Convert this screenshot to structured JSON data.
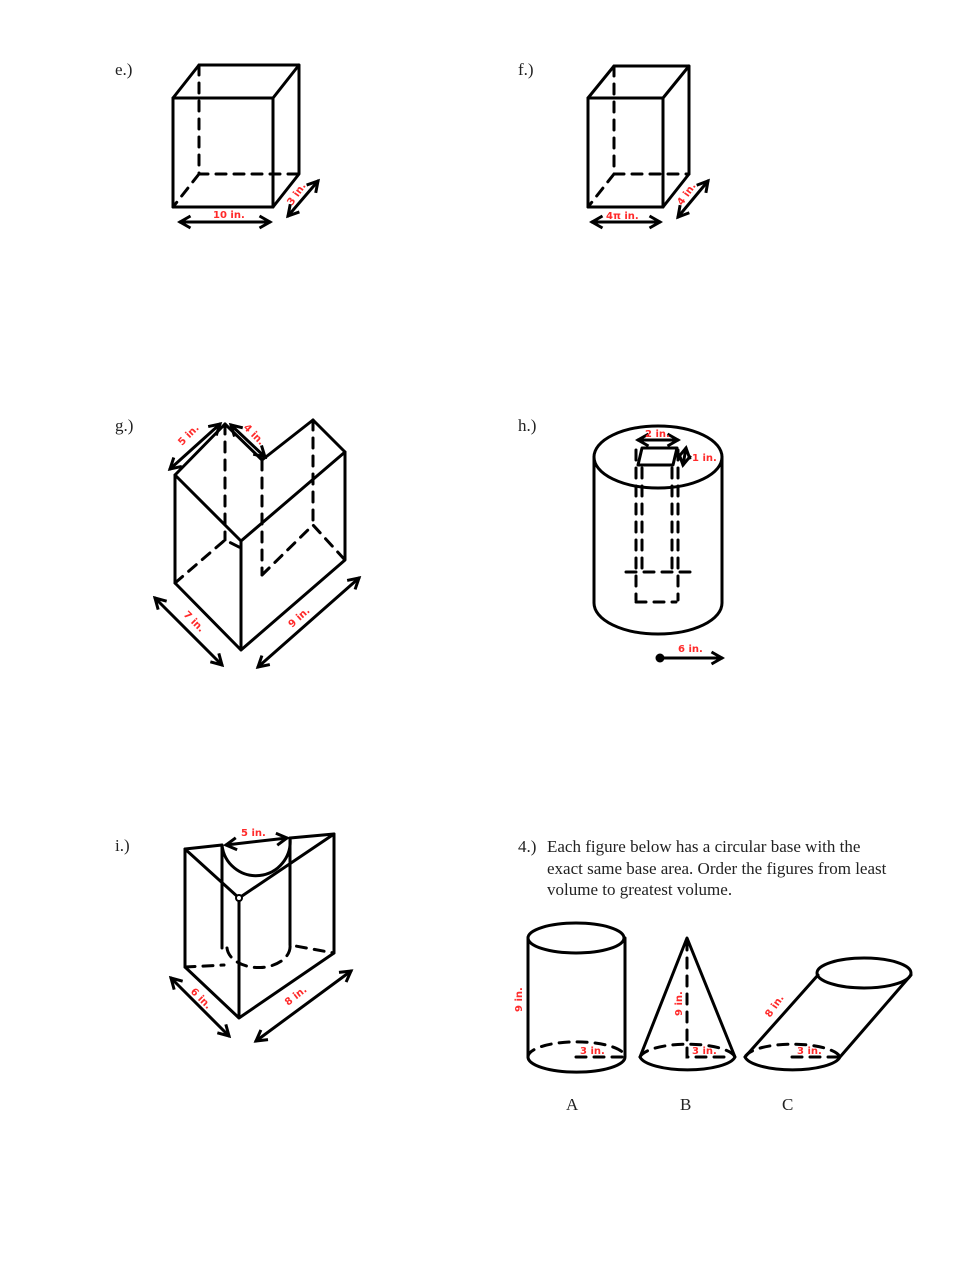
{
  "problems": {
    "e": {
      "label": "e.)",
      "width": "10 in.",
      "depth": "3 in."
    },
    "f": {
      "label": "f.)",
      "width": "4π in.",
      "depth": "4 in."
    },
    "g": {
      "label": "g.)",
      "top_left": "5 in.",
      "top_right": "4 in.",
      "depth": "7 in.",
      "length": "9 in."
    },
    "h": {
      "label": "h.)",
      "hole_width": "2 in.",
      "hole_depth": "1 in.",
      "radius": "6 in."
    },
    "i": {
      "label": "i.)",
      "semicircle": "5 in.",
      "depth": "6 in.",
      "length": "8 in."
    }
  },
  "question4": {
    "number": "4.)",
    "text": "Each figure below has a circular base with the exact same base area. Order the figures from least volume to greatest volume.",
    "figures": [
      {
        "name": "A",
        "height": "9 in.",
        "radius": "3 in."
      },
      {
        "name": "B",
        "height": "9 in.",
        "radius": "3 in."
      },
      {
        "name": "C",
        "slant": "8 in.",
        "radius": "3 in."
      }
    ]
  }
}
